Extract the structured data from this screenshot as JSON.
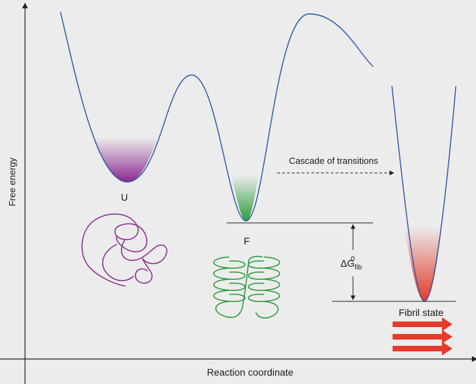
{
  "axes": {
    "x_label": "Reaction coordinate",
    "y_label": "Free energy"
  },
  "states": {
    "unfolded": {
      "label": "U",
      "color": "#8b2a90"
    },
    "folded": {
      "label": "F",
      "color": "#2a9a3a"
    },
    "fibril": {
      "label": "Fibril state",
      "color": "#e03a2a"
    }
  },
  "annotations": {
    "cascade": "Cascade of transitions",
    "delta_g_main": "ΔG",
    "delta_g_sup": "0",
    "delta_g_sub": "fib"
  },
  "colors": {
    "curve": "#2a55a8",
    "axis": "#222222",
    "background": "#ececec",
    "arrow": "#e63a2a"
  }
}
